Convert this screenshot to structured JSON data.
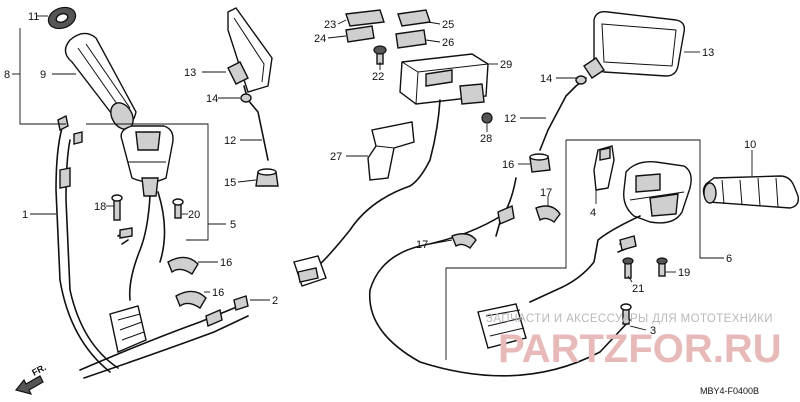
{
  "labels": {
    "l1": "1",
    "l2": "2",
    "l3": "3",
    "l4": "4",
    "l5": "5",
    "l6": "6",
    "l8": "8",
    "l9": "9",
    "l10": "10",
    "l11": "11",
    "l12a": "12",
    "l12b": "12",
    "l13a": "13",
    "l13b": "13",
    "l14a": "14",
    "l14b": "14",
    "l15": "15",
    "l16a": "16",
    "l16b": "16",
    "l16c": "16",
    "l17a": "17",
    "l17b": "17",
    "l18": "18",
    "l19": "19",
    "l20": "20",
    "l21": "21",
    "l22": "22",
    "l23": "23",
    "l24": "24",
    "l25": "25",
    "l26": "26",
    "l27": "27",
    "l28": "28",
    "l29": "29"
  },
  "watermark": {
    "text": "ЗАПЧАСТИ И АКСЕССУАРЫ ДЛЯ МОТОТЕХНИКИ",
    "brand": "PARTZFOR.RU"
  },
  "direction": "FR.",
  "figure_code": "MBY4-F0400B"
}
